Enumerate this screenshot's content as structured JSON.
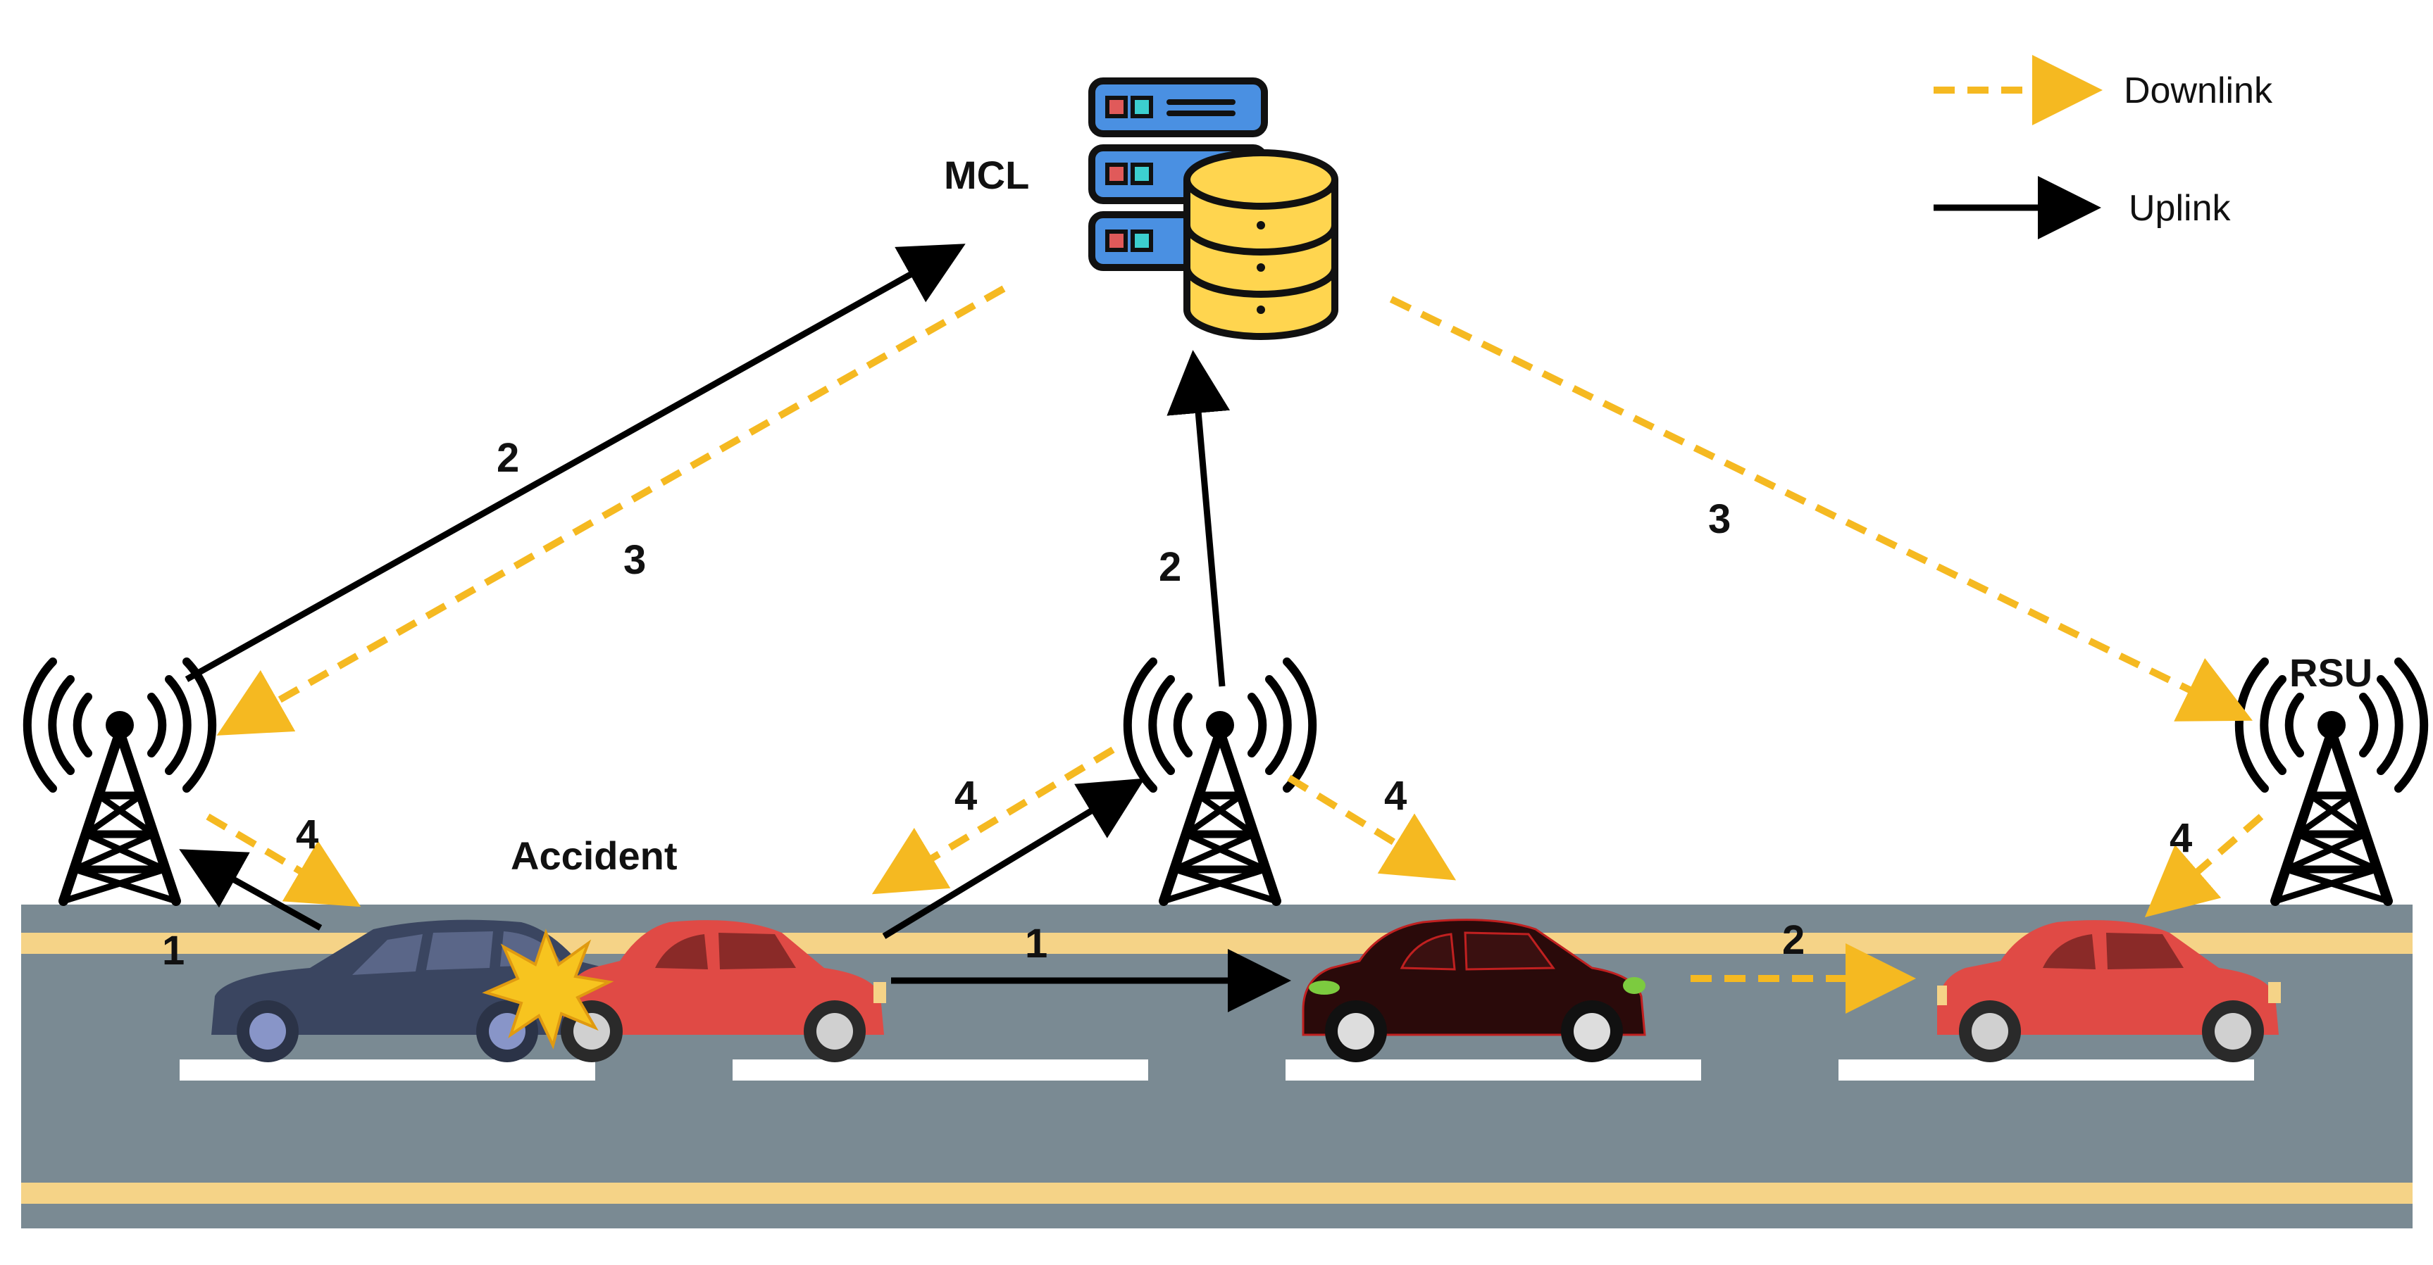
{
  "title": "",
  "labels": {
    "mcl": "MCL",
    "rsu": "RSU",
    "accident": "Accident"
  },
  "legend": {
    "downlink": "Downlink",
    "uplink": "Uplink"
  },
  "step_numbers": {
    "left_tower_uplink": "1",
    "left_tower_to_mcl": "2",
    "mcl_to_left_tower": "3",
    "left_tower_to_car": "4",
    "car_to_center_tower": "4",
    "center_tower_to_mcl": "2",
    "center_tower_to_car": "4",
    "mcl_to_rsu": "3",
    "rsu_to_car": "4",
    "car_to_car_uplink": "1",
    "car_to_car_downlink": "2"
  },
  "colors": {
    "downlink": "#F5B921",
    "uplink": "#000000",
    "road": "#7A8A93",
    "lane_yellow": "#F5D387",
    "car_red": "#E04A45",
    "car_navy": "#3A4560",
    "car_dark": "#2A0A0A",
    "server_blue": "#4A90E2",
    "database_yellow": "#FFD54F"
  },
  "icons": [
    "server-icon",
    "database-icon",
    "cell-tower-icon",
    "car-icon",
    "crash-burst-icon"
  ]
}
